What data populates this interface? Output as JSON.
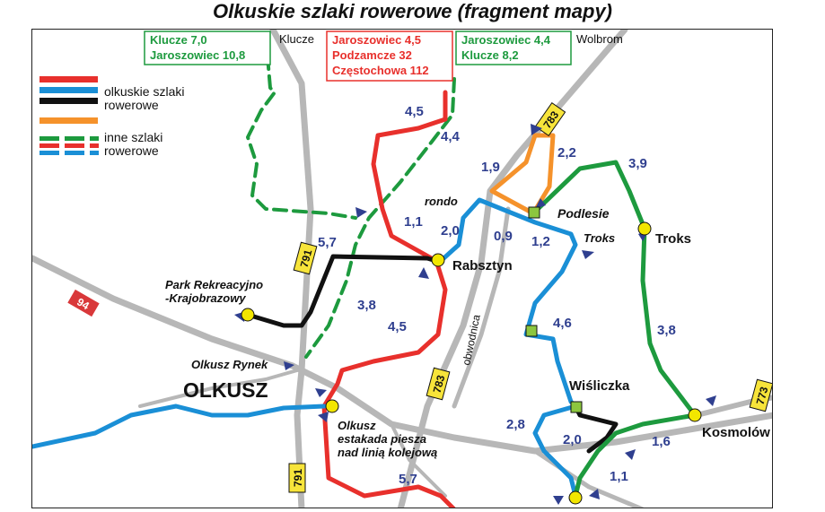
{
  "title": "Olkuskie szlaki rowerowe (fragment mapy)",
  "colors": {
    "red": "#e8302c",
    "blue": "#1a8fd6",
    "black": "#111111",
    "orange": "#f5922b",
    "green": "#1d9a3e",
    "road": "#b7b7b7",
    "number": "#2f3f8f",
    "marker_yellow": "#f2e600",
    "marker_green": "#8cc63f",
    "road_sign_red": "#d9383a",
    "road_sign_yellow": "#f7e43a"
  },
  "legend": {
    "olkuskie_label": "olkuskie szlaki\nrowerowe",
    "inne_label": "inne szlaki\nrowerowe"
  },
  "direction_boxes": {
    "green_left": {
      "lines": [
        "Klucze 7,0",
        "Jaroszowiec 10,8"
      ]
    },
    "red_center": {
      "lines": [
        "Jaroszowiec  4,5",
        "Podzamcze  32",
        "Częstochowa  112"
      ]
    },
    "green_right": {
      "lines": [
        "Jaroszowiec 4,4",
        "Klucze 8,2"
      ]
    }
  },
  "place_labels": {
    "klucze": "Klucze",
    "wolbrom": "Wolbrom",
    "rondo": "rondo",
    "podlesie": "Podlesie",
    "troks_italic": "Troks",
    "troks": "Troks",
    "rabsztyn": "Rabsztyn",
    "park": "Park Rekreacyjno\n-Krajobrazowy",
    "olkusz_rynek": "Olkusz Rynek",
    "olkusz": "OLKUSZ",
    "olkusz_estakada": "Olkusz\nestakada piesza\nnad linią kolejową",
    "wisliczka": "Wiśliczka",
    "kosmolow": "Kosmolów",
    "obwodnica": "obwodnica"
  },
  "distances": [
    "4,5",
    "4,4",
    "1,1",
    "2,0",
    "0,9",
    "1,2",
    "1,9",
    "2,2",
    "3,9",
    "5,7",
    "3,8",
    "4,5",
    "4,6",
    "3,8",
    "2,8",
    "2,0",
    "1,6",
    "1,1",
    "5,7"
  ],
  "road_numbers": [
    "783",
    "791",
    "94",
    "783",
    "773",
    "791"
  ]
}
